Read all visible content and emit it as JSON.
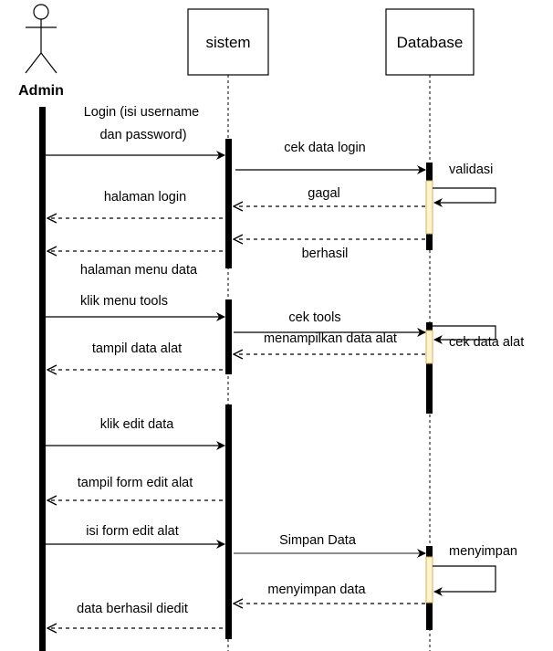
{
  "actor": {
    "label": "Admin"
  },
  "participants": [
    {
      "key": "sistem",
      "label": "sistem"
    },
    {
      "key": "database",
      "label": "Database"
    }
  ],
  "messages": [
    {
      "key": "login",
      "text": "Login (isi username dan password)",
      "from": "admin",
      "to": "sistem",
      "style": "sync"
    },
    {
      "key": "cek-data-login",
      "text": "cek data login",
      "from": "sistem",
      "to": "database",
      "style": "sync"
    },
    {
      "key": "validasi",
      "text": "validasi",
      "from": "database",
      "to": "database",
      "style": "self"
    },
    {
      "key": "gagal",
      "text": "gagal",
      "from": "database",
      "to": "sistem",
      "style": "return"
    },
    {
      "key": "halaman-login",
      "text": "halaman login",
      "from": "sistem",
      "to": "admin",
      "style": "return"
    },
    {
      "key": "berhasil",
      "text": "berhasil",
      "from": "database",
      "to": "sistem",
      "style": "return"
    },
    {
      "key": "halaman-menu-data",
      "text": "halaman menu data",
      "from": "sistem",
      "to": "admin",
      "style": "return"
    },
    {
      "key": "klik-menu-tools",
      "text": "klik menu tools",
      "from": "admin",
      "to": "sistem",
      "style": "sync"
    },
    {
      "key": "cek-tools",
      "text": "cek tools",
      "from": "sistem",
      "to": "database",
      "style": "sync"
    },
    {
      "key": "cek-data-alat",
      "text": "cek data alat",
      "from": "database",
      "to": "database",
      "style": "self"
    },
    {
      "key": "menampilkan-data-alat",
      "text": "menampilkan data alat",
      "from": "database",
      "to": "sistem",
      "style": "return"
    },
    {
      "key": "tampil-data-alat",
      "text": "tampil data alat",
      "from": "sistem",
      "to": "admin",
      "style": "return"
    },
    {
      "key": "klik-edit-data",
      "text": "klik edit data",
      "from": "admin",
      "to": "sistem",
      "style": "sync"
    },
    {
      "key": "tampil-form-edit-alat",
      "text": "tampil form edit alat",
      "from": "sistem",
      "to": "admin",
      "style": "return"
    },
    {
      "key": "isi-form-edit-alat",
      "text": "isi form edit alat",
      "from": "admin",
      "to": "sistem",
      "style": "sync"
    },
    {
      "key": "simpan-data",
      "text": "Simpan Data",
      "from": "sistem",
      "to": "database",
      "style": "sync"
    },
    {
      "key": "menyimpan",
      "text": "menyimpan",
      "from": "database",
      "to": "database",
      "style": "self"
    },
    {
      "key": "menyimpan-data",
      "text": "menyimpan data",
      "from": "database",
      "to": "sistem",
      "style": "return"
    },
    {
      "key": "data-berhasil-diedit",
      "text": "data berhasil diedit",
      "from": "sistem",
      "to": "admin",
      "style": "return"
    }
  ],
  "colors": {
    "line": "#000000",
    "activation_highlight_fill": "#fff2cc",
    "activation_highlight_stroke": "#d6b656"
  }
}
